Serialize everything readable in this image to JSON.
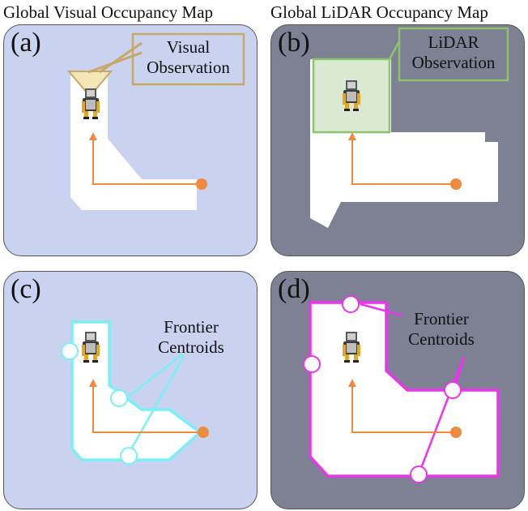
{
  "titles": {
    "left": "Global Visual Occupancy Map",
    "right": "Global LiDAR Occupancy Map"
  },
  "panels": {
    "a": {
      "label": "(a)",
      "callout_line1": "Visual",
      "callout_line2": "Observation"
    },
    "b": {
      "label": "(b)",
      "callout_line1": "LiDAR",
      "callout_line2": "Observation"
    },
    "c": {
      "label": "(c)",
      "callout_line1": "Frontier",
      "callout_line2": "Centroids"
    },
    "d": {
      "label": "(d)",
      "callout_line1": "Frontier",
      "callout_line2": "Centroids"
    }
  },
  "colors": {
    "visual_map_bg": "#c9d3f0",
    "lidar_map_bg": "#7d8193",
    "free_space": "#ffffff",
    "path": "#f08a3c",
    "visual_box_border": "#c8a866",
    "visual_fov_fill": "#f4e6b8",
    "lidar_box_border": "#8cc46c",
    "lidar_fov_fill": "#dce9d2",
    "visual_frontier": "#78f0f5",
    "lidar_frontier": "#ee32ee"
  },
  "icons": [
    "robot-icon",
    "start-point-icon",
    "path-arrow-icon",
    "frontier-centroid-icon"
  ]
}
